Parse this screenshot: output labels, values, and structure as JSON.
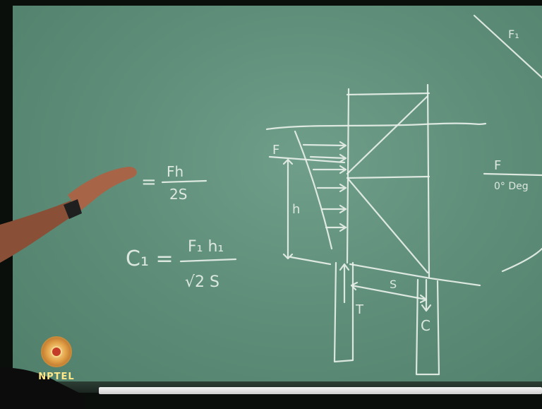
{
  "board": {
    "formula_top_lhs": "=",
    "formula_top_num": "Fh",
    "formula_top_den": "2S",
    "formula_c1_lhs": "C₁ =",
    "formula_c1_num": "F₁ h₁",
    "formula_c1_den": "√2 S",
    "label_F": "F",
    "label_h": "h",
    "label_S": "S",
    "label_T": "T",
    "label_C": "C",
    "label_F1": "F₁",
    "label_F_right": "F",
    "label_deg": "0° Deg"
  },
  "watermark": {
    "logo_text": "NPTEL"
  }
}
